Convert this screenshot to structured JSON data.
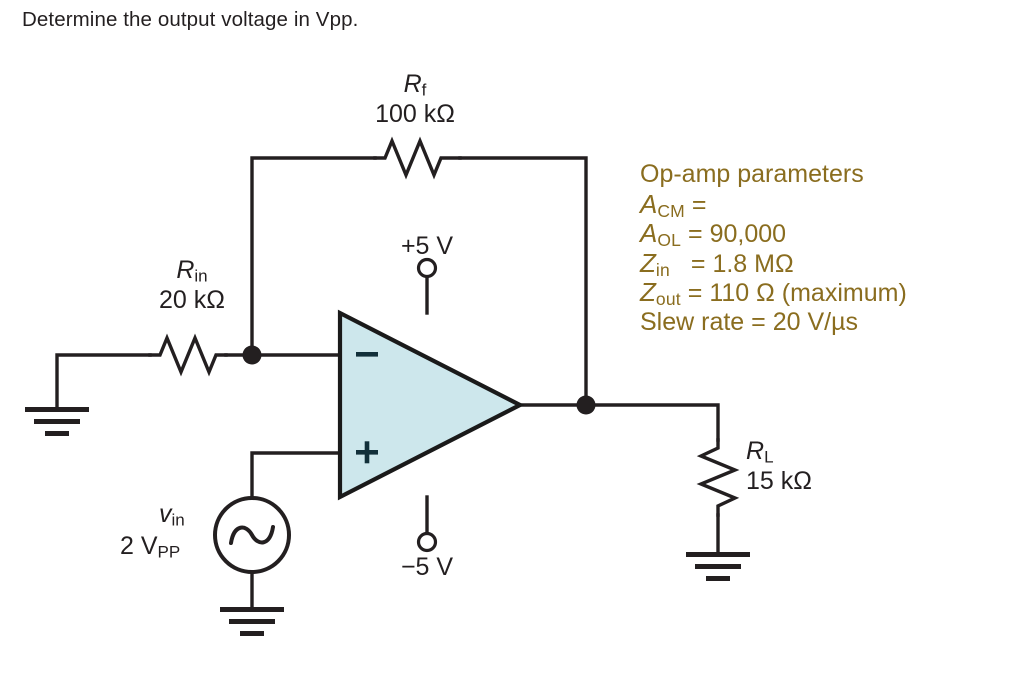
{
  "prompt": "Determine the output voltage in Vpp.",
  "colors": {
    "wire": "#231f20",
    "opamp_fill": "#cde7ec",
    "opamp_stroke": "#1a1a1a",
    "params_text": "#8a6d1f",
    "label_text": "#231f20"
  },
  "components": {
    "feedback_resistor": {
      "symbol": "R",
      "subscript": "f",
      "value": "100 kΩ",
      "name": "Rf"
    },
    "input_resistor": {
      "symbol": "R",
      "subscript": "in",
      "value": "20 kΩ",
      "name": "Rin"
    },
    "load_resistor": {
      "symbol": "R",
      "subscript": "L",
      "value": "15 kΩ",
      "name": "RL"
    },
    "source": {
      "symbol": "v",
      "subscript": "in",
      "value_number": "2 V",
      "value_subscript": "PP",
      "waveform": "sine"
    },
    "supply_positive": "+5 V",
    "supply_negative": "−5 V",
    "opamp_inverting_mark": "−",
    "opamp_noninverting_mark": "+"
  },
  "params": {
    "title": "Op-amp parameters",
    "rows": [
      {
        "symbol": "A",
        "subscript": "CM",
        "eq": "=",
        "value": ""
      },
      {
        "symbol": "A",
        "subscript": "OL",
        "eq": "=",
        "value": "90,000"
      },
      {
        "symbol": "Z",
        "subscript": "in",
        "eq": "=",
        "value": "1.8 MΩ"
      },
      {
        "symbol": "Z",
        "subscript": "out",
        "eq": "=",
        "value": "110 Ω (maximum)"
      }
    ],
    "slew_label": "Slew rate",
    "slew_eq": "=",
    "slew_value": "20 V/µs"
  }
}
